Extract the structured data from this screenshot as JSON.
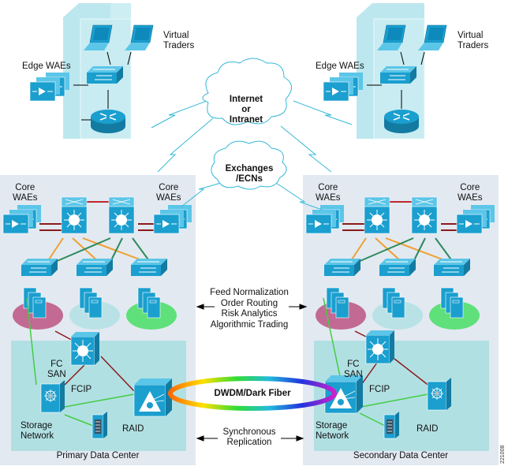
{
  "title": "Trading floor dual data center architecture",
  "clouds": {
    "internet": {
      "line1": "Internet",
      "line2": "or",
      "line3": "Intranet"
    },
    "exchanges": {
      "line1": "Exchanges",
      "line2": "/ECNs"
    }
  },
  "trader_sites": [
    {
      "edge_label": "Edge WAEs",
      "traders_line1": "Virtual",
      "traders_line2": "Traders"
    },
    {
      "edge_label": "Edge WAEs",
      "traders_line1": "Virtual",
      "traders_line2": "Traders"
    }
  ],
  "data_centers": [
    {
      "name": "Primary Data Center",
      "core_left_1": "Core",
      "core_left_2": "WAEs",
      "core_right_1": "Core",
      "core_right_2": "WAEs",
      "fc_1": "FC",
      "fc_2": "SAN",
      "fcip": "FCIP",
      "storage_1": "Storage",
      "storage_2": "Network",
      "raid": "RAID"
    },
    {
      "name": "Secondary Data Center",
      "core_left_1": "Core",
      "core_left_2": "WAEs",
      "core_right_1": "Core",
      "core_right_2": "WAEs",
      "fc_1": "FC",
      "fc_2": "SAN",
      "fcip": "FCIP",
      "storage_1": "Storage",
      "storage_2": "Network",
      "raid": "RAID"
    }
  ],
  "middle": {
    "apps": [
      "Feed Normalization",
      "Order Routing",
      "Risk Analytics",
      "Algorithmic Trading"
    ],
    "fiber": "DWDM/Dark Fiber",
    "replication_1": "Synchronous",
    "replication_2": "Replication"
  },
  "figure_id": "221008",
  "colors": {
    "device": "#1a9fcf",
    "dc_bg": "#e2e9f1",
    "san_bg": "#b1e0e3",
    "building": "#bde7ee",
    "orange_link": "#f0a030",
    "green_link": "#2e8a5a",
    "red_link": "#8b1a1a",
    "lime_link": "#44cc44"
  }
}
